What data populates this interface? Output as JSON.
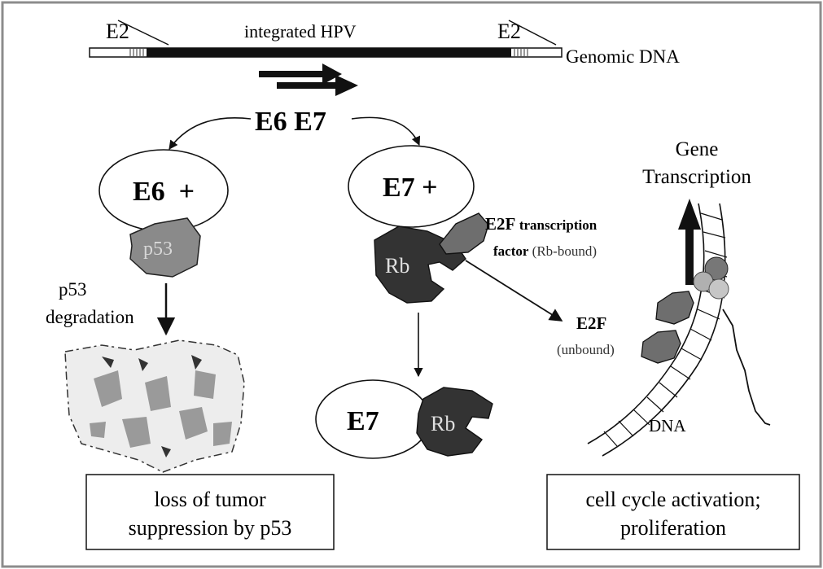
{
  "genome": {
    "left_e2_label": "E2",
    "right_e2_label": "E2",
    "integrated_label": "integrated HPV",
    "genomic_dna_label": "Genomic DNA"
  },
  "oncoproteins": {
    "e6e7_label": "E6 E7",
    "e6_complex_label": "E6  +",
    "e7_complex_label": "E7 +",
    "e7_bound_label": "E7"
  },
  "p53_branch": {
    "p53_label": "p53",
    "degradation_line1": "p53",
    "degradation_line2": "degradation",
    "result_line1": "loss of tumor",
    "result_line2": "suppression by p53"
  },
  "rb_branch": {
    "rb_label": "Rb",
    "rb_bound_label": "Rb",
    "e2f_bound_title": "E2F",
    "e2f_bound_title_suffix": "transcription",
    "e2f_bound_line2_bold": "factor",
    "e2f_bound_line2_rest": "(Rb-bound)",
    "e2f_unbound_title": "E2F",
    "e2f_unbound_sub": "(unbound)"
  },
  "transcription": {
    "title_line1": "Gene",
    "title_line2": "Transcription",
    "dna_label": "DNA",
    "result_line1": "cell cycle activation;",
    "result_line2": "proliferation"
  },
  "colors": {
    "protein_light": "#8a8a8a",
    "protein_dark": "#333333",
    "frame": "#8c8c8c",
    "ink": "#111111"
  }
}
